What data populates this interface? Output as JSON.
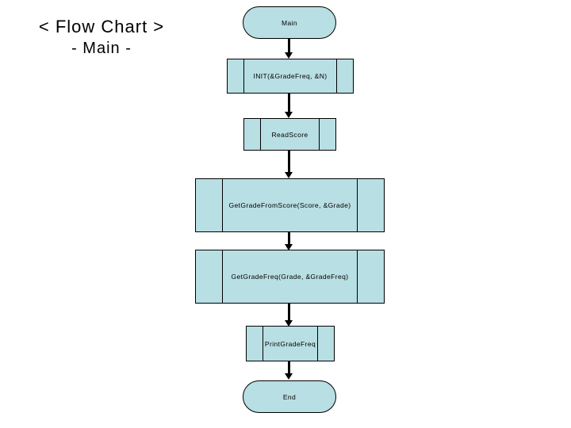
{
  "page": {
    "background_color": "#ffffff",
    "shape_fill_color": "#b8dfe3",
    "shape_border_color": "#000000",
    "connector_color": "#000000"
  },
  "title": {
    "line1": "< Flow Chart >",
    "line2": "- Main -"
  },
  "flowchart": {
    "nodes": [
      {
        "id": "start",
        "type": "terminator",
        "label": "Main"
      },
      {
        "id": "init",
        "type": "process",
        "label": "INIT(&GradeFreq, &N)"
      },
      {
        "id": "read-score",
        "type": "process",
        "label": "ReadScore"
      },
      {
        "id": "get-grade",
        "type": "process",
        "label": "GetGradeFromScore(Score, &Grade)"
      },
      {
        "id": "get-grade-freq",
        "type": "process",
        "label": "GetGradeFreq(Grade, &GradeFreq)"
      },
      {
        "id": "print-grade-freq",
        "type": "process",
        "label": "PrintGradeFreq"
      },
      {
        "id": "end",
        "type": "terminator",
        "label": "End"
      }
    ]
  }
}
